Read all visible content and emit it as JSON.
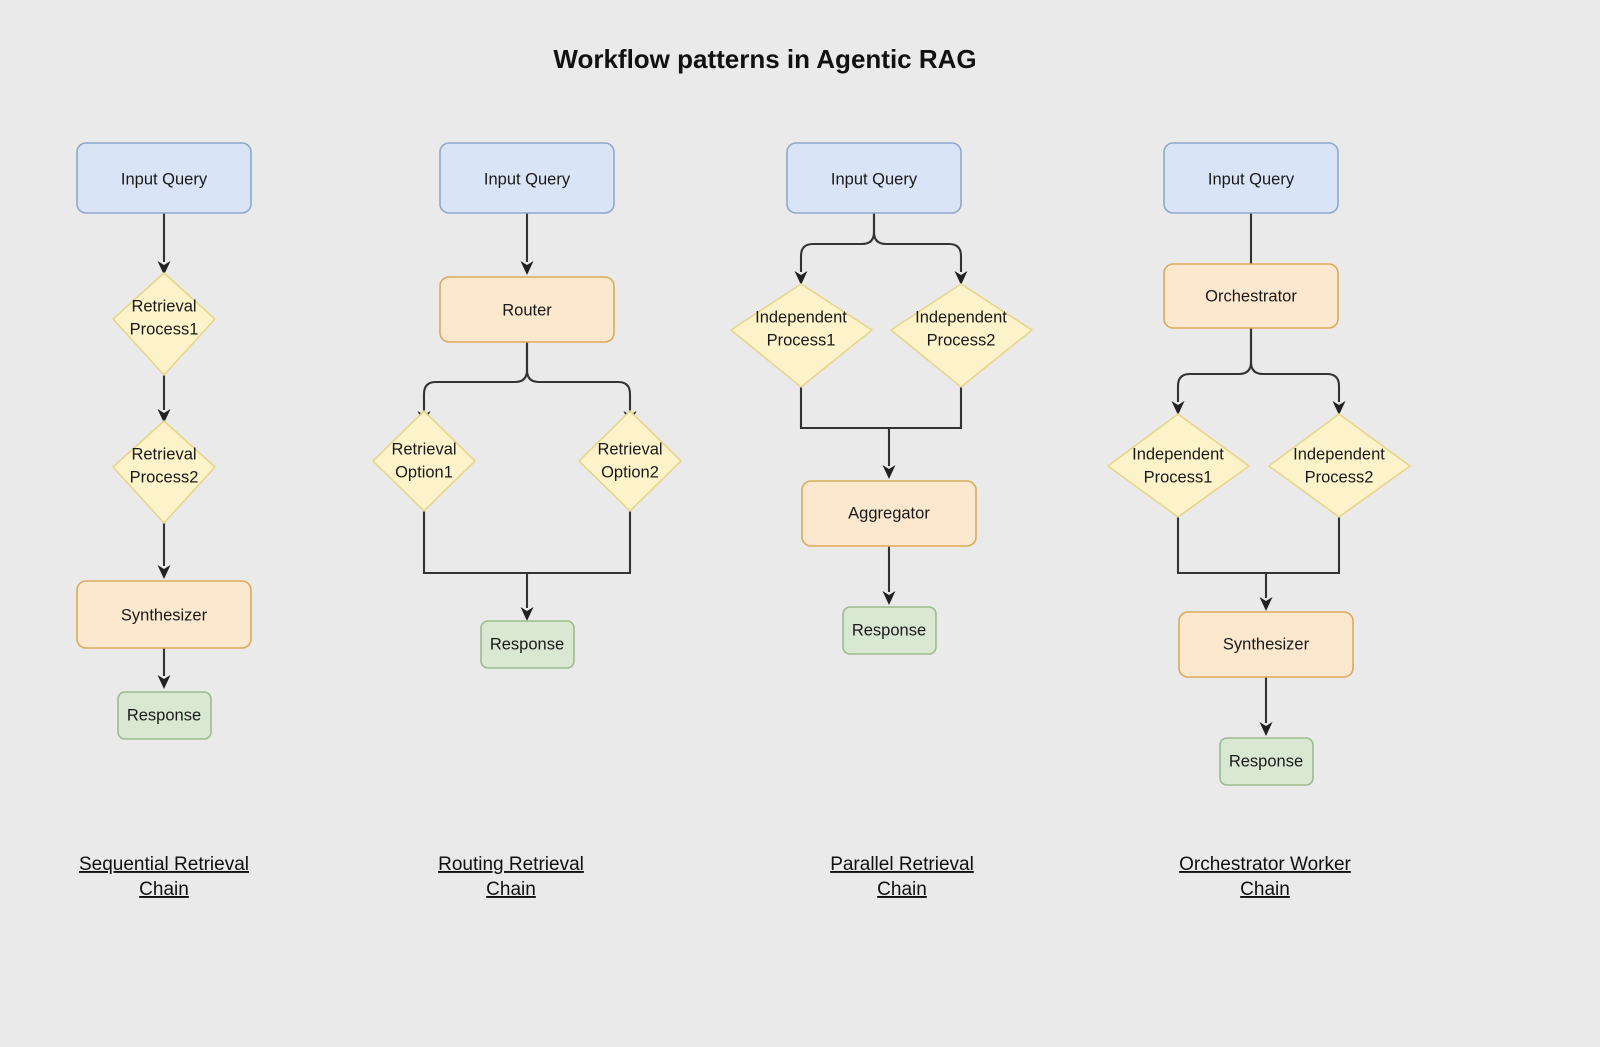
{
  "title": "Workflow patterns in Agentic RAG",
  "background_color": "#eaeaea",
  "palette": {
    "input_fill": "#dae4f7",
    "input_stroke": "#8fa8cc",
    "process_fill": "#fdf3ca",
    "process_stroke": "#e8d48a",
    "action_fill": "#fce7cf",
    "action_stroke": "#dbab5a",
    "response_fill": "#d9e8d2",
    "response_stroke": "#9cbb8d",
    "edge_color": "#333333",
    "text_color": "#1a1a1a"
  },
  "columns": [
    {
      "id": "sequential-retrieval-chain",
      "caption_line1": "Sequential Retrieval",
      "caption_line2": "Chain",
      "nodes": [
        {
          "id": "input-query",
          "label": "Input Query",
          "shape": "rounded-rect",
          "kind": "input"
        },
        {
          "id": "retrieval-process-1",
          "label_line1": "Retrieval",
          "label_line2": "Process1",
          "shape": "diamond",
          "kind": "process"
        },
        {
          "id": "retrieval-process-2",
          "label_line1": "Retrieval",
          "label_line2": "Process2",
          "shape": "diamond",
          "kind": "process"
        },
        {
          "id": "synthesizer",
          "label": "Synthesizer",
          "shape": "rounded-rect",
          "kind": "action"
        },
        {
          "id": "response",
          "label": "Response",
          "shape": "rounded-rect",
          "kind": "response"
        }
      ],
      "edges": [
        {
          "from": "input-query",
          "to": "retrieval-process-1",
          "arrow": true
        },
        {
          "from": "retrieval-process-1",
          "to": "retrieval-process-2",
          "arrow": true
        },
        {
          "from": "retrieval-process-2",
          "to": "synthesizer",
          "arrow": true
        },
        {
          "from": "synthesizer",
          "to": "response",
          "arrow": true
        }
      ]
    },
    {
      "id": "routing-retrieval-chain",
      "caption_line1": "Routing Retrieval",
      "caption_line2": "Chain",
      "nodes": [
        {
          "id": "input-query",
          "label": "Input Query",
          "shape": "rounded-rect",
          "kind": "input"
        },
        {
          "id": "router",
          "label": "Router",
          "shape": "rounded-rect",
          "kind": "action"
        },
        {
          "id": "retrieval-option-1",
          "label_line1": "Retrieval",
          "label_line2": "Option1",
          "shape": "diamond",
          "kind": "process"
        },
        {
          "id": "retrieval-option-2",
          "label_line1": "Retrieval",
          "label_line2": "Option2",
          "shape": "diamond",
          "kind": "process"
        },
        {
          "id": "response",
          "label": "Response",
          "shape": "rounded-rect",
          "kind": "response"
        }
      ],
      "edges": [
        {
          "from": "input-query",
          "to": "router",
          "arrow": true
        },
        {
          "from": "router",
          "to": "retrieval-option-1",
          "arrow": true
        },
        {
          "from": "router",
          "to": "retrieval-option-2",
          "arrow": true
        },
        {
          "from": "retrieval-option-1",
          "to": "response",
          "arrow": true
        },
        {
          "from": "retrieval-option-2",
          "to": "response",
          "arrow": true
        }
      ]
    },
    {
      "id": "parallel-retrieval-chain",
      "caption_line1": "Parallel Retrieval",
      "caption_line2": "Chain",
      "nodes": [
        {
          "id": "input-query",
          "label": "Input Query",
          "shape": "rounded-rect",
          "kind": "input"
        },
        {
          "id": "independent-process-1",
          "label_line1": "Independent",
          "label_line2": "Process1",
          "shape": "diamond",
          "kind": "process"
        },
        {
          "id": "independent-process-2",
          "label_line1": "Independent",
          "label_line2": "Process2",
          "shape": "diamond",
          "kind": "process"
        },
        {
          "id": "aggregator",
          "label": "Aggregator",
          "shape": "rounded-rect",
          "kind": "action"
        },
        {
          "id": "response",
          "label": "Response",
          "shape": "rounded-rect",
          "kind": "response"
        }
      ],
      "edges": [
        {
          "from": "input-query",
          "to": "independent-process-1",
          "arrow": true
        },
        {
          "from": "input-query",
          "to": "independent-process-2",
          "arrow": true
        },
        {
          "from": "independent-process-1",
          "to": "aggregator",
          "arrow": true
        },
        {
          "from": "independent-process-2",
          "to": "aggregator",
          "arrow": true
        },
        {
          "from": "aggregator",
          "to": "response",
          "arrow": true
        }
      ]
    },
    {
      "id": "orchestrator-worker-chain",
      "caption_line1": "Orchestrator Worker",
      "caption_line2": "Chain",
      "nodes": [
        {
          "id": "input-query",
          "label": "Input Query",
          "shape": "rounded-rect",
          "kind": "input"
        },
        {
          "id": "orchestrator",
          "label": "Orchestrator",
          "shape": "rounded-rect",
          "kind": "action"
        },
        {
          "id": "independent-process-1",
          "label_line1": "Independent",
          "label_line2": "Process1",
          "shape": "diamond",
          "kind": "process"
        },
        {
          "id": "independent-process-2",
          "label_line1": "Independent",
          "label_line2": "Process2",
          "shape": "diamond",
          "kind": "process"
        },
        {
          "id": "synthesizer",
          "label": "Synthesizer",
          "shape": "rounded-rect",
          "kind": "action"
        },
        {
          "id": "response",
          "label": "Response",
          "shape": "rounded-rect",
          "kind": "response"
        }
      ],
      "edges": [
        {
          "from": "input-query",
          "to": "orchestrator",
          "arrow": false
        },
        {
          "from": "orchestrator",
          "to": "independent-process-1",
          "arrow": true
        },
        {
          "from": "orchestrator",
          "to": "independent-process-2",
          "arrow": true
        },
        {
          "from": "independent-process-1",
          "to": "synthesizer",
          "arrow": true
        },
        {
          "from": "independent-process-2",
          "to": "synthesizer",
          "arrow": true
        },
        {
          "from": "synthesizer",
          "to": "response",
          "arrow": true
        }
      ]
    }
  ]
}
